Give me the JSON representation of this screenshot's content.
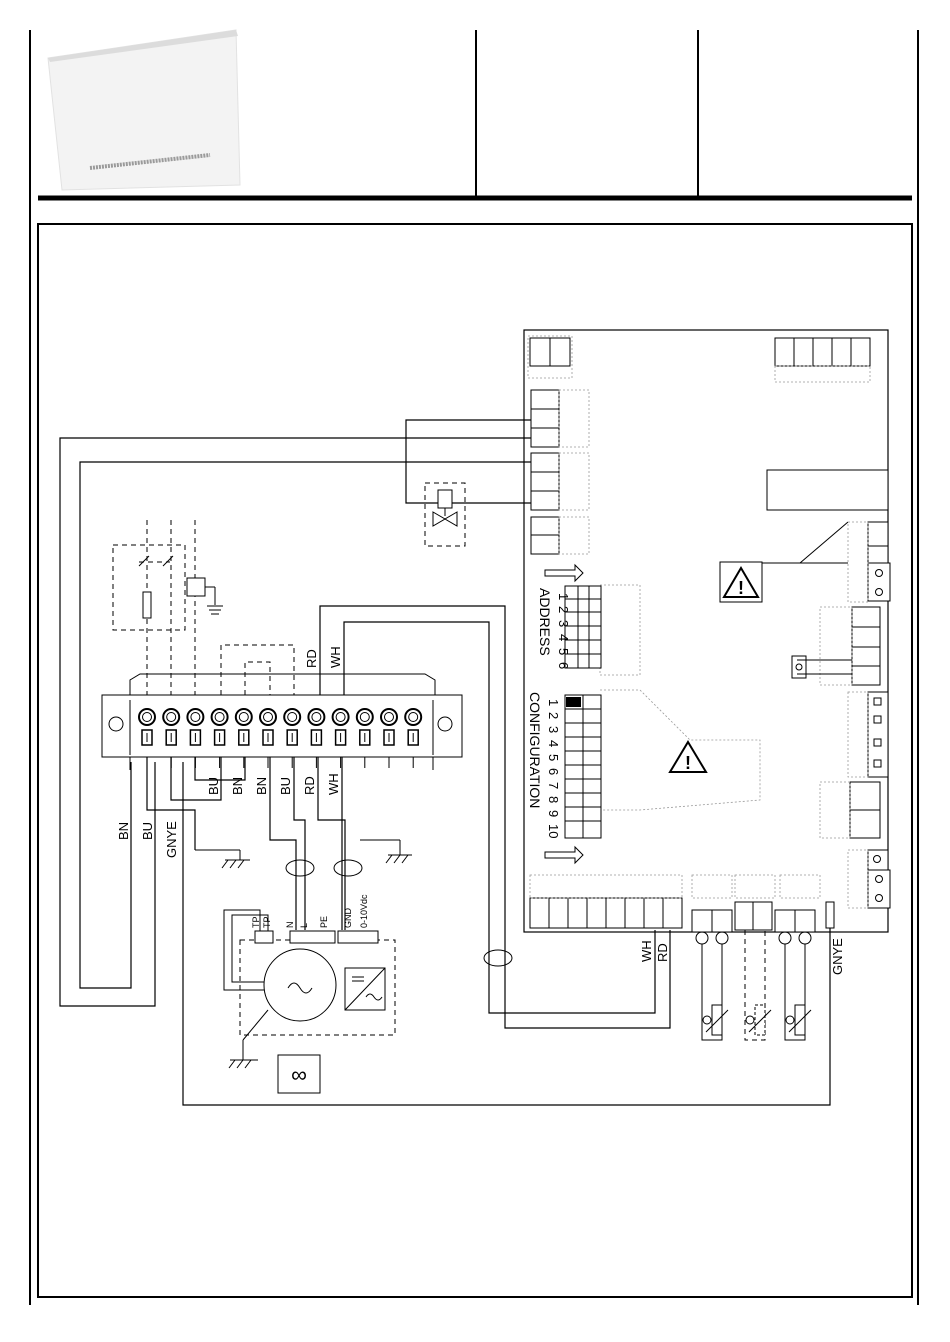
{
  "terminal_strip": {
    "top_labels": {
      "rd": "RD",
      "wh": "WH"
    },
    "bottom_labels": [
      "BU",
      "BN",
      "BN",
      "BU",
      "RD",
      "WH"
    ],
    "supply_labels": [
      "BN",
      "BU",
      "GNYE"
    ]
  },
  "motor": {
    "tp1": "TP",
    "tp2": "TP",
    "n": "N",
    "l": "L",
    "pe": "PE",
    "gnd": "GND",
    "signal": "0-10Vdc"
  },
  "board": {
    "address_label": "ADDRESS",
    "address_numbers": [
      "1",
      "2",
      "3",
      "4",
      "5",
      "6"
    ],
    "configuration_label": "CONFIGURATION",
    "configuration_numbers": [
      "1",
      "2",
      "3",
      "4",
      "5",
      "6",
      "7",
      "8",
      "9",
      "10"
    ],
    "output_labels": {
      "wh": "WH",
      "rd": "RD"
    },
    "earth_label": "GNYE"
  },
  "colors": {
    "line": "#000000",
    "product_panel": "#f4f4f4",
    "product_top": "#dcdcdc",
    "background": "#ffffff"
  }
}
